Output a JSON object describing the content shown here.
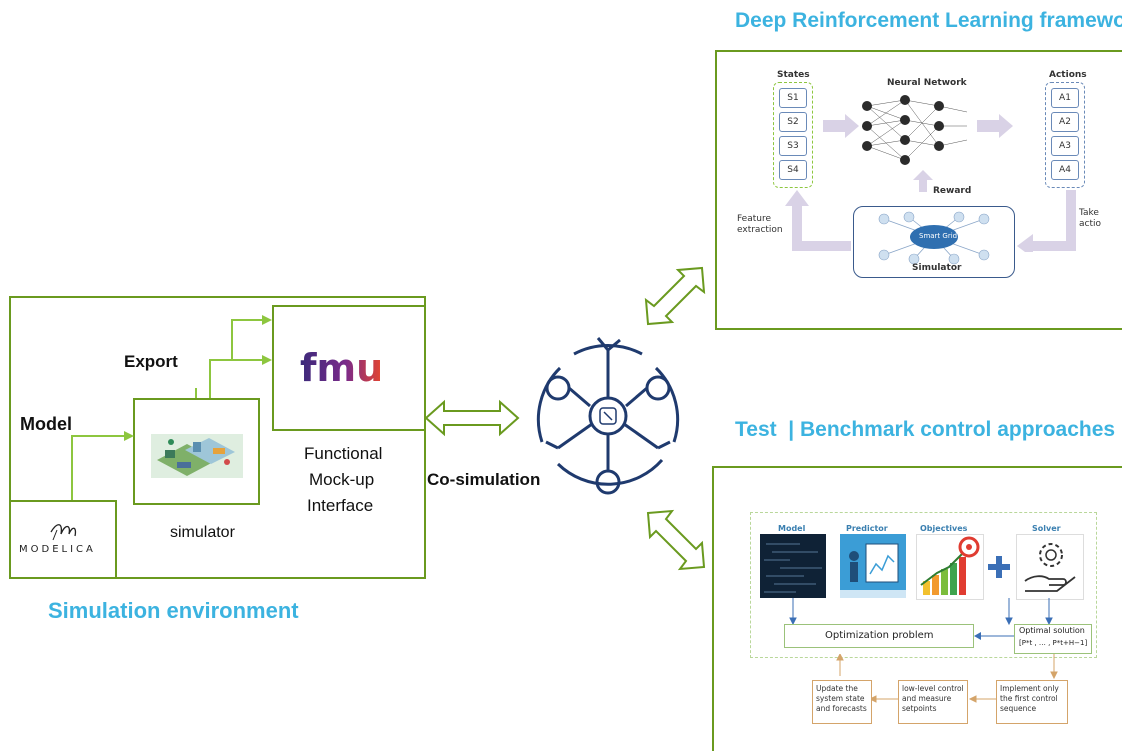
{
  "simulation": {
    "title": "Simulation environment",
    "model_label": "Model",
    "export_label": "Export",
    "simulator_label": "simulator",
    "fmu_logo_text": "fmu",
    "fmu_caption_line1": "Functional",
    "fmu_caption_line2": "Mock-up",
    "fmu_caption_line3": "Interface",
    "modelica_logo_text": "MODELICA"
  },
  "cosim": {
    "label": "Co-simulation"
  },
  "drl": {
    "title": "Deep Reinforcement Learning framework",
    "states_label": "States",
    "states": [
      "S1",
      "S2",
      "S3",
      "S4"
    ],
    "network_label": "Neural Network",
    "actions_label": "Actions",
    "actions": [
      "A1",
      "A2",
      "A3",
      "A4"
    ],
    "reward_label": "Reward",
    "feature_label_1": "Feature",
    "feature_label_2": "extraction",
    "take_label_1": "Take",
    "take_label_2": "actio",
    "smart_grid_label": "Smart Grid",
    "simulator_label": "Simulator"
  },
  "benchmark": {
    "title": "Test  | Benchmark control approaches",
    "model_label": "Model",
    "predictor_label": "Predictor",
    "objectives_label": "Objectives",
    "solver_label": "Solver",
    "optimization_label": "Optimization problem",
    "optimal_label": "Optimal solution",
    "optimal_formula": "[P*t , … , P*t+H−1]",
    "update_label": "Update the system state and forecasts",
    "lowlevel_label": "low-level control and measure setpoints",
    "implement_label": "Implement only the first control sequence"
  },
  "colors": {
    "green": "#6a9a1f",
    "light_green": "#8dc63f",
    "blue_title": "#3cb3e0",
    "navy": "#1f3a6e"
  }
}
